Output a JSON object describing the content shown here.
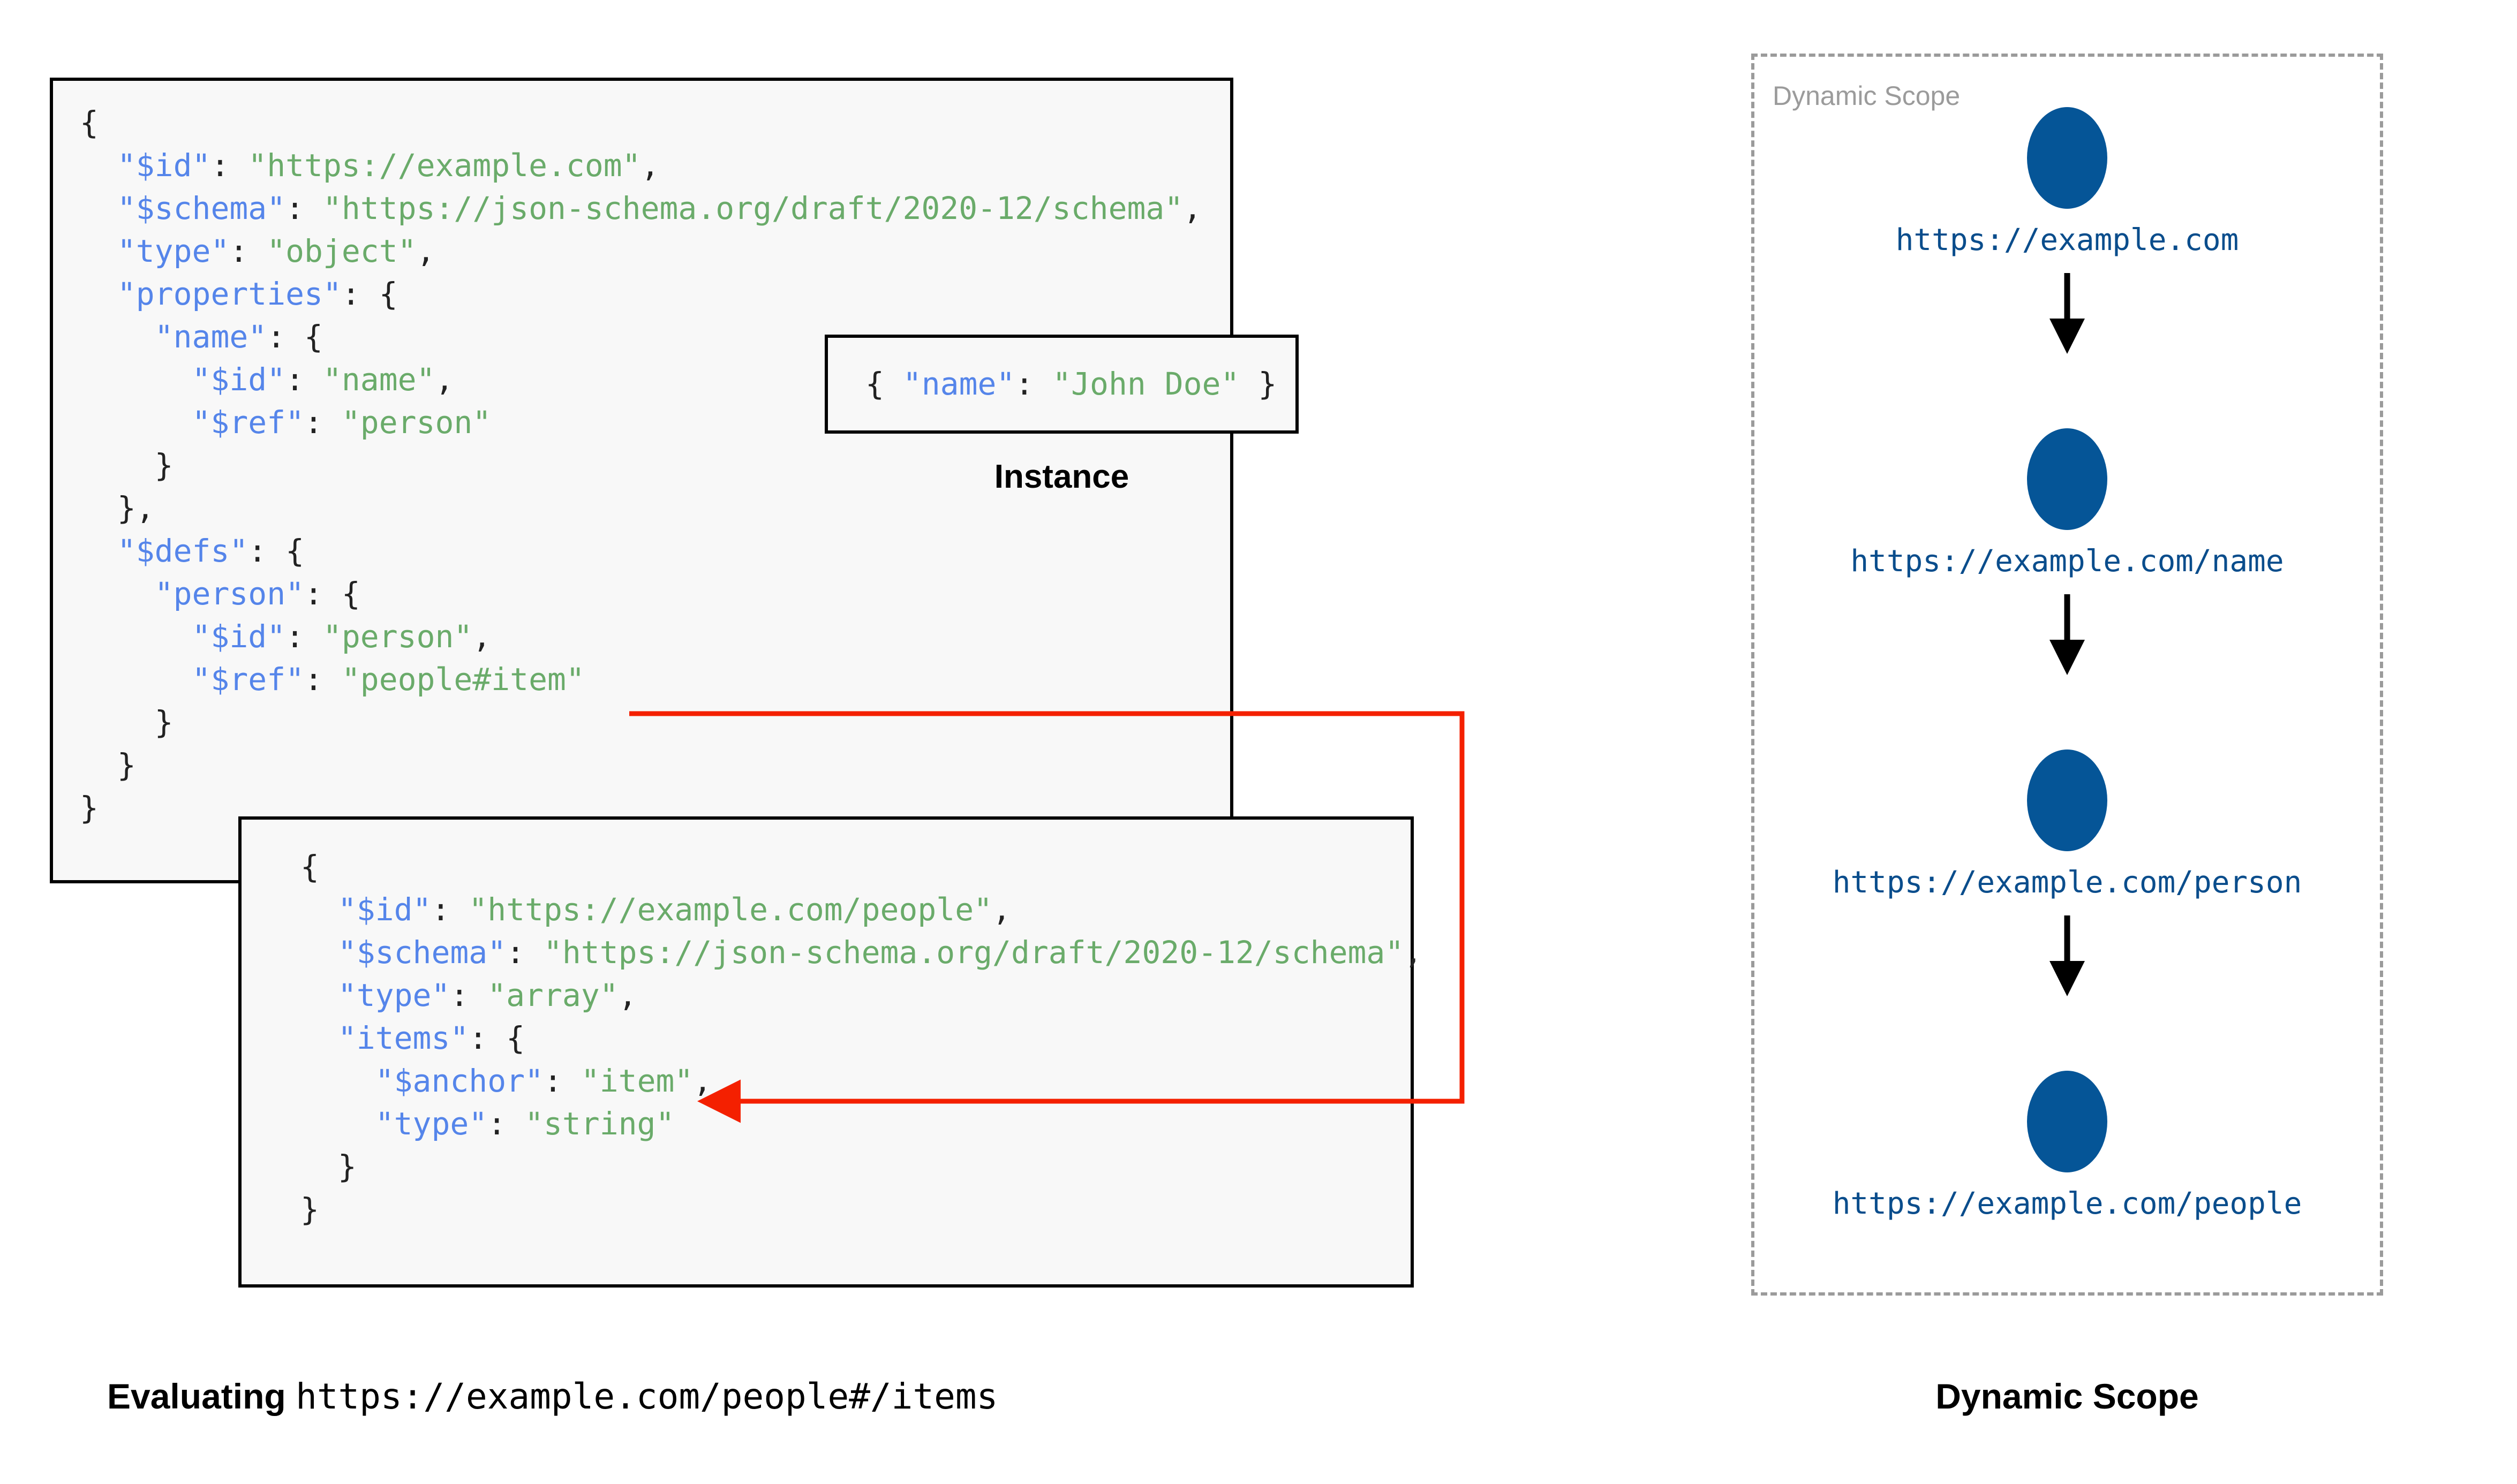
{
  "colors": {
    "json_key": "#5585ea",
    "json_string": "#6aab6a",
    "punctuation": "#222222",
    "box_border": "#000000",
    "box_fill": "#f8f8f8",
    "connector": "#f42000",
    "scope_border": "#9b9b9b",
    "scope_label": "#9b9b9b",
    "node_circle": "#055597",
    "node_label": "#0a4d8c"
  },
  "main_schema": {
    "name": "root-schema",
    "lines": [
      [
        {
          "t": "{",
          "c": "p"
        }
      ],
      [
        {
          "t": "  ",
          "c": "p"
        },
        {
          "t": "\"$id\"",
          "c": "k"
        },
        {
          "t": ": ",
          "c": "p"
        },
        {
          "t": "\"https://example.com\"",
          "c": "s"
        },
        {
          "t": ",",
          "c": "p"
        }
      ],
      [
        {
          "t": "  ",
          "c": "p"
        },
        {
          "t": "\"$schema\"",
          "c": "k"
        },
        {
          "t": ": ",
          "c": "p"
        },
        {
          "t": "\"https://json-schema.org/draft/2020-12/schema\"",
          "c": "s"
        },
        {
          "t": ",",
          "c": "p"
        }
      ],
      [
        {
          "t": "  ",
          "c": "p"
        },
        {
          "t": "\"type\"",
          "c": "k"
        },
        {
          "t": ": ",
          "c": "p"
        },
        {
          "t": "\"object\"",
          "c": "s"
        },
        {
          "t": ",",
          "c": "p"
        }
      ],
      [
        {
          "t": "  ",
          "c": "p"
        },
        {
          "t": "\"properties\"",
          "c": "k"
        },
        {
          "t": ": {",
          "c": "p"
        }
      ],
      [
        {
          "t": "    ",
          "c": "p"
        },
        {
          "t": "\"name\"",
          "c": "k"
        },
        {
          "t": ": {",
          "c": "p"
        }
      ],
      [
        {
          "t": "      ",
          "c": "p"
        },
        {
          "t": "\"$id\"",
          "c": "k"
        },
        {
          "t": ": ",
          "c": "p"
        },
        {
          "t": "\"name\"",
          "c": "s"
        },
        {
          "t": ",",
          "c": "p"
        }
      ],
      [
        {
          "t": "      ",
          "c": "p"
        },
        {
          "t": "\"$ref\"",
          "c": "k"
        },
        {
          "t": ": ",
          "c": "p"
        },
        {
          "t": "\"person\"",
          "c": "s"
        }
      ],
      [
        {
          "t": "    }",
          "c": "p"
        }
      ],
      [
        {
          "t": "  },",
          "c": "p"
        }
      ],
      [
        {
          "t": "  ",
          "c": "p"
        },
        {
          "t": "\"$defs\"",
          "c": "k"
        },
        {
          "t": ": {",
          "c": "p"
        }
      ],
      [
        {
          "t": "    ",
          "c": "p"
        },
        {
          "t": "\"person\"",
          "c": "k"
        },
        {
          "t": ": {",
          "c": "p"
        }
      ],
      [
        {
          "t": "      ",
          "c": "p"
        },
        {
          "t": "\"$id\"",
          "c": "k"
        },
        {
          "t": ": ",
          "c": "p"
        },
        {
          "t": "\"person\"",
          "c": "s"
        },
        {
          "t": ",",
          "c": "p"
        }
      ],
      [
        {
          "t": "      ",
          "c": "p"
        },
        {
          "t": "\"$ref\"",
          "c": "k"
        },
        {
          "t": ": ",
          "c": "p"
        },
        {
          "t": "\"people#item\"",
          "c": "s"
        }
      ],
      [
        {
          "t": "    }",
          "c": "p"
        }
      ],
      [
        {
          "t": "  }",
          "c": "p"
        }
      ],
      [
        {
          "t": "}",
          "c": "p"
        }
      ]
    ]
  },
  "instance": {
    "name": "instance-document",
    "caption": "Instance",
    "lines": [
      [
        {
          "t": "{ ",
          "c": "p"
        },
        {
          "t": "\"name\"",
          "c": "k"
        },
        {
          "t": ": ",
          "c": "p"
        },
        {
          "t": "\"John Doe\"",
          "c": "s"
        },
        {
          "t": " }",
          "c": "p"
        }
      ]
    ]
  },
  "people_schema": {
    "name": "people-schema",
    "lines": [
      [
        {
          "t": "{",
          "c": "p"
        }
      ],
      [
        {
          "t": "  ",
          "c": "p"
        },
        {
          "t": "\"$id\"",
          "c": "k"
        },
        {
          "t": ": ",
          "c": "p"
        },
        {
          "t": "\"https://example.com/people\"",
          "c": "s"
        },
        {
          "t": ",",
          "c": "p"
        }
      ],
      [
        {
          "t": "  ",
          "c": "p"
        },
        {
          "t": "\"$schema\"",
          "c": "k"
        },
        {
          "t": ": ",
          "c": "p"
        },
        {
          "t": "\"https://json-schema.org/draft/2020-12/schema\"",
          "c": "s"
        },
        {
          "t": ",",
          "c": "p"
        }
      ],
      [
        {
          "t": "  ",
          "c": "p"
        },
        {
          "t": "\"type\"",
          "c": "k"
        },
        {
          "t": ": ",
          "c": "p"
        },
        {
          "t": "\"array\"",
          "c": "s"
        },
        {
          "t": ",",
          "c": "p"
        }
      ],
      [
        {
          "t": "  ",
          "c": "p"
        },
        {
          "t": "\"items\"",
          "c": "k"
        },
        {
          "t": ": {",
          "c": "p"
        }
      ],
      [
        {
          "t": "    ",
          "c": "p"
        },
        {
          "t": "\"$anchor\"",
          "c": "k"
        },
        {
          "t": ": ",
          "c": "p"
        },
        {
          "t": "\"item\"",
          "c": "s"
        },
        {
          "t": ",",
          "c": "p"
        }
      ],
      [
        {
          "t": "    ",
          "c": "p"
        },
        {
          "t": "\"type\"",
          "c": "k"
        },
        {
          "t": ": ",
          "c": "p"
        },
        {
          "t": "\"string\"",
          "c": "s"
        }
      ],
      [
        {
          "t": "  }",
          "c": "p"
        }
      ],
      [
        {
          "t": "}",
          "c": "p"
        }
      ]
    ]
  },
  "connector": {
    "name": "ref-to-anchor-connector",
    "from_label": "\"people#item\"",
    "to_label": "\"$anchor\": \"item\"",
    "color": "#f42000"
  },
  "dynamic_scope": {
    "panel_label": "Dynamic Scope",
    "caption": "Dynamic Scope",
    "nodes": [
      {
        "label": "https://example.com"
      },
      {
        "label": "https://example.com/name"
      },
      {
        "label": "https://example.com/person"
      },
      {
        "label": "https://example.com/people"
      }
    ]
  },
  "bottom_caption": {
    "prefix": "Evaluating ",
    "uri": "https://example.com/people#/items"
  }
}
